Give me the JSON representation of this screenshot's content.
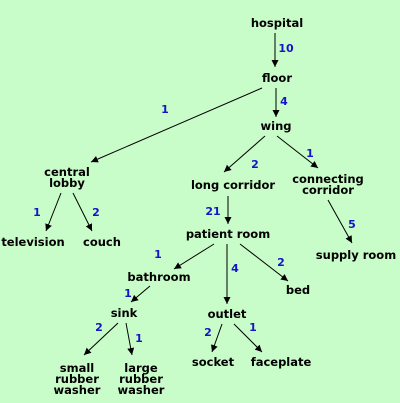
{
  "nodes": {
    "hospital": [
      "hospital"
    ],
    "floor": [
      "floor"
    ],
    "wing": [
      "wing"
    ],
    "central_lobby": [
      "central",
      "lobby"
    ],
    "long_corridor": [
      "long corridor"
    ],
    "connecting_corridor": [
      "connecting",
      "corridor"
    ],
    "television": [
      "television"
    ],
    "couch": [
      "couch"
    ],
    "patient_room": [
      "patient room"
    ],
    "supply_room": [
      "supply room"
    ],
    "bathroom": [
      "bathroom"
    ],
    "outlet": [
      "outlet"
    ],
    "bed": [
      "bed"
    ],
    "sink": [
      "sink"
    ],
    "socket": [
      "socket"
    ],
    "faceplate": [
      "faceplate"
    ],
    "small_rubber_washer": [
      "small",
      "rubber",
      "washer"
    ],
    "large_rubber_washer": [
      "large",
      "rubber",
      "washer"
    ]
  },
  "edges": [
    {
      "from": "hospital",
      "to": "floor",
      "count": "10"
    },
    {
      "from": "floor",
      "to": "central_lobby",
      "count": "1"
    },
    {
      "from": "floor",
      "to": "wing",
      "count": "4"
    },
    {
      "from": "wing",
      "to": "long_corridor",
      "count": "2"
    },
    {
      "from": "wing",
      "to": "connecting_corridor",
      "count": "1"
    },
    {
      "from": "central_lobby",
      "to": "television",
      "count": "1"
    },
    {
      "from": "central_lobby",
      "to": "couch",
      "count": "2"
    },
    {
      "from": "long_corridor",
      "to": "patient_room",
      "count": "21"
    },
    {
      "from": "connecting_corridor",
      "to": "supply_room",
      "count": "5"
    },
    {
      "from": "patient_room",
      "to": "bathroom",
      "count": "1"
    },
    {
      "from": "patient_room",
      "to": "outlet",
      "count": "4"
    },
    {
      "from": "patient_room",
      "to": "bed",
      "count": "2"
    },
    {
      "from": "bathroom",
      "to": "sink",
      "count": "1"
    },
    {
      "from": "sink",
      "to": "small_rubber_washer",
      "count": "2"
    },
    {
      "from": "sink",
      "to": "large_rubber_washer",
      "count": "1"
    },
    {
      "from": "outlet",
      "to": "socket",
      "count": "2"
    },
    {
      "from": "outlet",
      "to": "faceplate",
      "count": "1"
    }
  ]
}
